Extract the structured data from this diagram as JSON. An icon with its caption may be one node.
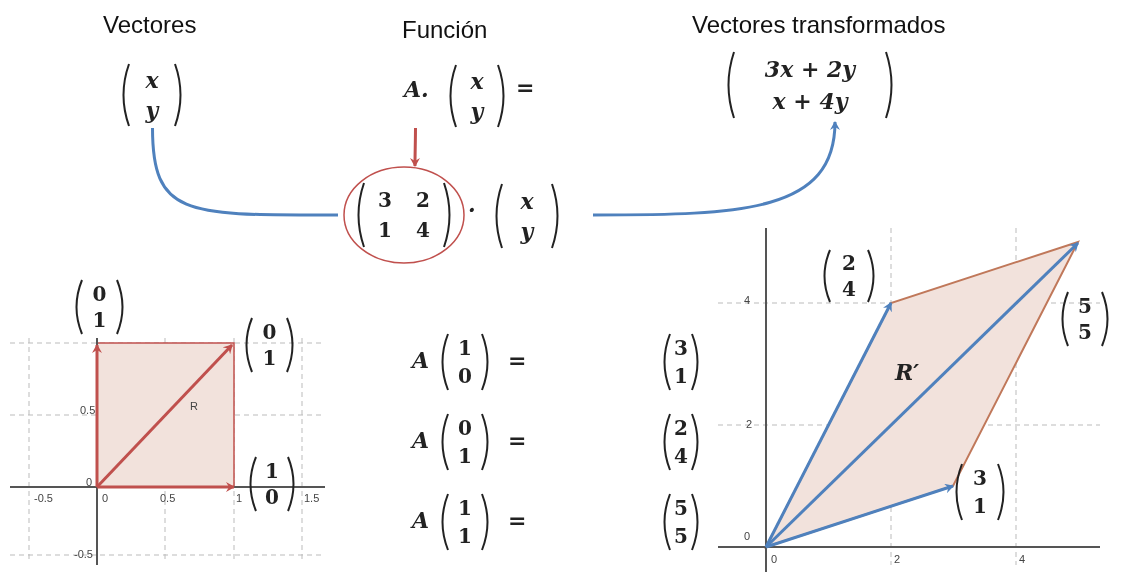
{
  "diagram": {
    "nodes": [
      {
        "text": [
          "Vectores",
          "x",
          "y"
        ]
      },
      {
        "text": [
          "Función",
          "A.",
          "x",
          "y",
          "="
        ]
      },
      {
        "text": [
          "Vectores transformados",
          "3x + 2y",
          "x + 4y"
        ]
      },
      {
        "text": [
          "·",
          "x",
          "y"
        ]
      },
      {
        "text": [
          "3",
          "2",
          "1",
          "4"
        ],
        "in": 3
      }
    ],
    "edges": [
      {
        "from": 0,
        "to": 3,
        "arrow": "none"
      },
      {
        "from": 3,
        "to": 2,
        "arrow": "to"
      },
      {
        "from": 1,
        "to": 4,
        "arrow": "to",
        "color": "#c0504d"
      }
    ],
    "labels": [
      "0",
      "1",
      "0",
      "1",
      "0.5",
      "R",
      "1",
      "0",
      "0",
      "-0.5",
      "0",
      "0.5",
      "1",
      "1.5",
      "-0.5",
      "A",
      "1",
      "0",
      "=",
      "3",
      "1",
      "A",
      "0",
      "1",
      "=",
      "2",
      "4",
      "A",
      "1",
      "1",
      "=",
      "5",
      "5",
      "2",
      "4",
      "4",
      "5",
      "5",
      "R′",
      "2",
      "3",
      "1",
      "0",
      "0",
      "2",
      "4"
    ]
  }
}
